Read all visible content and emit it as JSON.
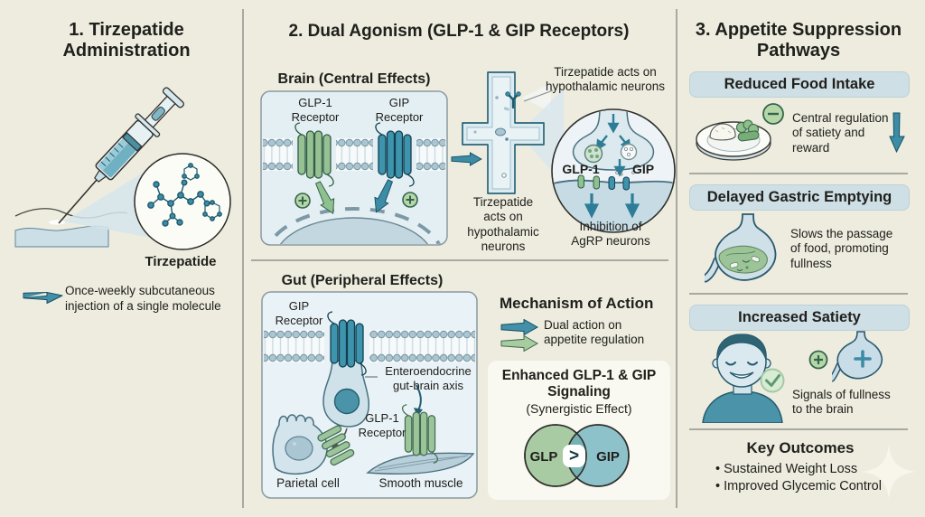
{
  "colors": {
    "background": "#edecdf",
    "teal": "#3c8ca6",
    "teal_dark": "#174f63",
    "green": "#9cc49a",
    "green_dark": "#3f6b4f",
    "box_fill": "#e4eff4",
    "pill_fill": "#cfdfe6",
    "text": "#20201c"
  },
  "panel1": {
    "title": "1. Tirzepatide Administration",
    "molecule_label": "Tirzepatide",
    "note": "Once-weekly subcutaneous injection of a single molecule"
  },
  "panel2": {
    "title": "2. Dual Agonism (GLP-1 & GIP Receptors)",
    "brain": {
      "heading": "Brain (Central Effects)",
      "glp1_receptor": "GLP-1 Receptor",
      "gip_receptor": "GIP Receptor",
      "acts_note_top": "Tirzepatide acts on hypothalamic neurons",
      "acts_note_left": "Tirzepatide acts on hypothalamic neurons",
      "synapse_glp1": "GLP-1",
      "synapse_gip": "GIP",
      "inhibition_note": "Inhibition of AgRP neurons"
    },
    "gut": {
      "heading": "Gut (Peripheral Effects)",
      "gip_receptor": "GIP Receptor",
      "enteroendocrine": "Enteroendocrine gut-brain axis",
      "glp1_receptor": "GLP-1 Receptor",
      "parietal": "Parietal cell",
      "smooth_muscle": "Smooth muscle"
    },
    "mechanism": {
      "heading": "Mechanism of Action",
      "note": "Dual action on appetite regulation",
      "enhanced_title": "Enhanced GLP-1 & GIP Signaling",
      "subtitle": "(Synergistic Effect)",
      "venn_left": "GLP",
      "venn_operator": ">",
      "venn_right": "GIP"
    }
  },
  "panel3": {
    "title": "3. Appetite Suppression Pathways",
    "sections": [
      {
        "header": "Reduced Food Intake",
        "text": "Central regulation of satiety and reward"
      },
      {
        "header": "Delayed Gastric Emptying",
        "text": "Slows the passage of food, promoting fullness"
      },
      {
        "header": "Increased Satiety",
        "text": "Signals of fullness to the brain"
      }
    ],
    "outcomes": {
      "heading": "Key Outcomes",
      "items": [
        "• Sustained Weight Loss",
        "• Improved Glycemic Control"
      ]
    }
  }
}
